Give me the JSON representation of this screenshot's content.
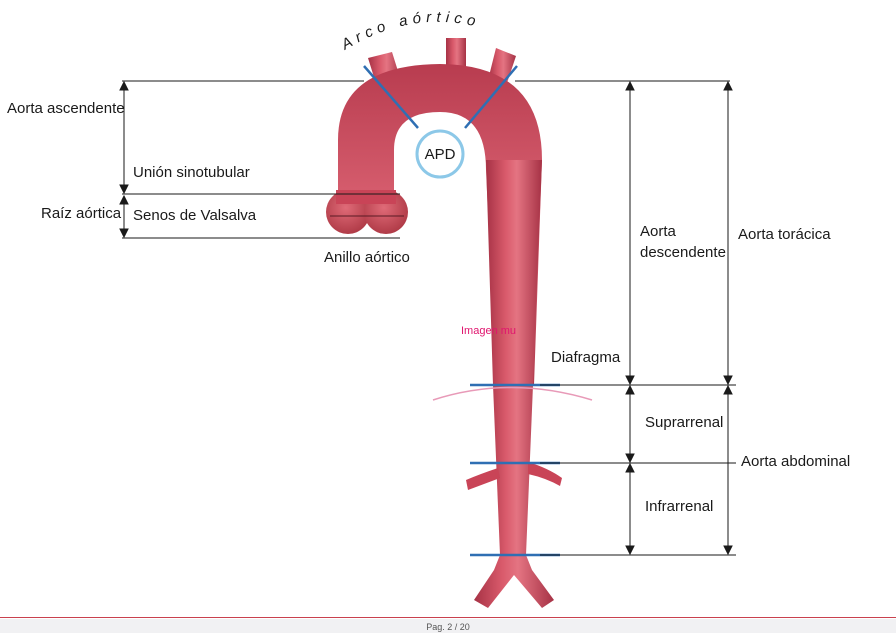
{
  "labels": {
    "arch": "Arco aórtico",
    "ascending": "Aorta ascendente",
    "sinotubular": "Unión sinotubular",
    "root": "Raíz aórtica",
    "sinuses": "Senos de Valsalva",
    "annulus": "Anillo aórtico",
    "apd": "APD",
    "descending_1": "Aorta",
    "descending_2": "descendente",
    "thoracic": "Aorta torácica",
    "diaphragm": "Diafragma",
    "suprarenal": "Suprarrenal",
    "infrarenal": "Infrarrenal",
    "abdominal": "Aorta abdominal",
    "watermark": "Imagen mu"
  },
  "footer": {
    "text": "Pag. 2 / 20"
  },
  "colors": {
    "aorta": "#c94457",
    "aorta_light": "#e06b78",
    "aorta_dark": "#a3303f",
    "level_line": "#2f6fb3",
    "apd_ring": "#8cc8e8",
    "diaphragm": "#e89ab8",
    "watermark": "#e0156e"
  }
}
